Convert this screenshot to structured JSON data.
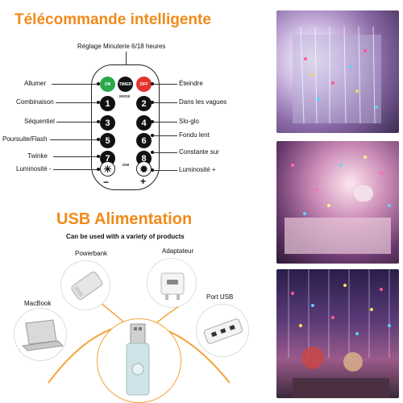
{
  "remote_section": {
    "title": "Télécommande intelligente",
    "timer_label": "Réglage Minuterie 6/18 heures",
    "buttons": {
      "on": "ON",
      "timer": "TIMER",
      "off": "OFF",
      "mode": "MODE",
      "dim": "DIM",
      "minus": "−",
      "plus": "+"
    },
    "numbers": [
      "1",
      "2",
      "3",
      "4",
      "5",
      "6",
      "7",
      "8"
    ],
    "left_labels": [
      "Allumer",
      "Combinaison",
      "Séquentiel",
      "Poursuite/Flash",
      "Twinke",
      "Luminosité -"
    ],
    "right_labels": [
      "Éteindre",
      "Dans les vagues",
      "Slo-glo",
      "Fondu lent",
      "Constante sur",
      "Luminosité +"
    ]
  },
  "usb_section": {
    "title": "USB Alimentation",
    "subtitle": "Can be used with a variety of products",
    "devices": [
      "Powerbank",
      "Adaptateur",
      "MacBook",
      "Port USB"
    ]
  },
  "colors": {
    "accent": "#f08a1a",
    "on_button": "#2aa84a",
    "off_button": "#e5322d",
    "arc": "#f3a43a"
  }
}
